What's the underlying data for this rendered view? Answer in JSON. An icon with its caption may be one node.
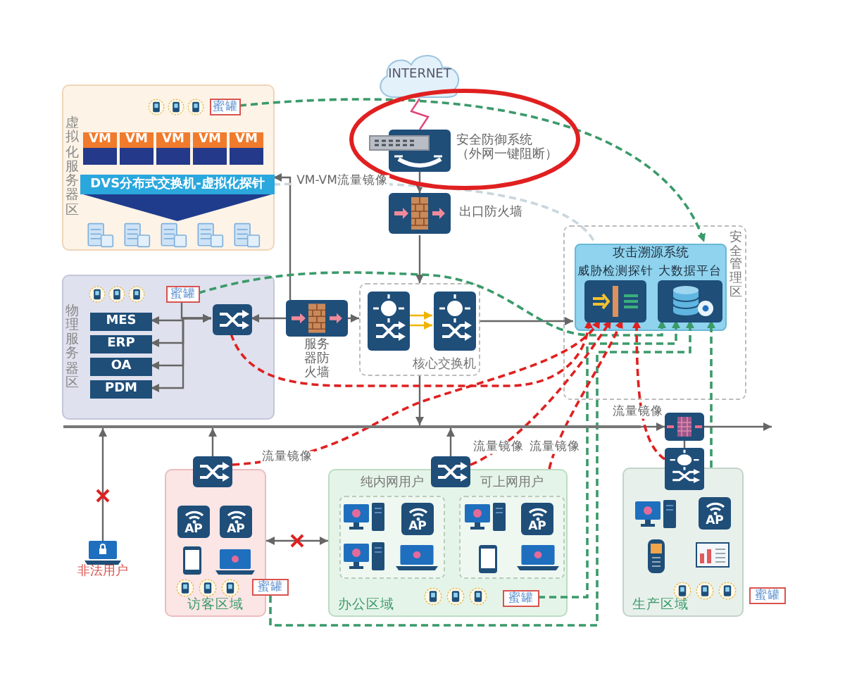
{
  "diagram": {
    "nodes": [
      {
        "text": [
          "虚拟化服务器区"
        ]
      },
      {
        "text": [
          "蜜罐"
        ],
        "in": 0
      },
      {
        "text": [
          "VM"
        ],
        "in": 0
      },
      {
        "text": [
          "VM"
        ],
        "in": 0
      },
      {
        "text": [
          "VM"
        ],
        "in": 0
      },
      {
        "text": [
          "VM"
        ],
        "in": 0
      },
      {
        "text": [
          "VM"
        ],
        "in": 0
      },
      {
        "text": [],
        "shape": "box",
        "in": 0
      },
      {
        "text": [],
        "shape": "box",
        "in": 0
      },
      {
        "text": [],
        "shape": "box",
        "in": 0
      },
      {
        "text": [],
        "shape": "box",
        "in": 0
      },
      {
        "text": [],
        "shape": "box",
        "in": 0
      },
      {
        "text": [
          "DVS分布式交换机-虚拟化探针"
        ],
        "in": 0
      },
      {
        "text": [
          "INTERNET"
        ]
      },
      {
        "text": [
          "安全防御系统（外网一键阻断）"
        ]
      },
      {
        "text": [
          "出口防火墙"
        ]
      },
      {
        "text": [
          "物理服务器区"
        ]
      },
      {
        "text": [
          "蜜罐"
        ],
        "in": 16
      },
      {
        "text": [
          "MES"
        ],
        "in": 16
      },
      {
        "text": [
          "ERP"
        ],
        "in": 16
      },
      {
        "text": [
          "OA"
        ],
        "in": 16
      },
      {
        "text": [
          "PDM"
        ],
        "in": 16
      },
      {
        "text": [],
        "shape": "picture",
        "in": 16
      },
      {
        "text": [
          "服务器防火墙"
        ]
      },
      {
        "text": [
          "核心交换机"
        ]
      },
      {
        "text": [],
        "shape": "picture",
        "in": 24
      },
      {
        "text": [],
        "shape": "picture",
        "in": 24
      },
      {
        "text": [
          "安全管理区"
        ]
      },
      {
        "text": [
          "攻击溯源系统"
        ],
        "in": 27
      },
      {
        "text": [
          "威胁检测探针"
        ],
        "in": 28
      },
      {
        "text": [
          "大数据平台"
        ],
        "in": 28
      },
      {
        "text": [],
        "shape": "bar"
      },
      {
        "text": [],
        "shape": "picture"
      },
      {
        "text": [
          "非法用户"
        ]
      },
      {
        "text": [
          "访客区域"
        ]
      },
      {
        "text": [],
        "shape": "picture"
      },
      {
        "text": [
          "AP"
        ],
        "in": 34
      },
      {
        "text": [
          "AP"
        ],
        "in": 34
      },
      {
        "text": [
          "蜜罐"
        ]
      },
      {
        "text": [
          "办公区域"
        ]
      },
      {
        "text": [],
        "shape": "picture"
      },
      {
        "text": [
          "纯内网用户"
        ],
        "in": 39
      },
      {
        "text": [
          "AP"
        ],
        "in": 41
      },
      {
        "text": [
          "可上网用户"
        ],
        "in": 39
      },
      {
        "text": [
          "AP"
        ],
        "in": 43
      },
      {
        "text": [
          "蜜罐"
        ],
        "in": 39
      },
      {
        "text": [
          "生产区域"
        ]
      },
      {
        "text": [],
        "shape": "picture"
      },
      {
        "text": [
          "AP"
        ],
        "in": 46
      },
      {
        "text": [
          "蜜罐"
        ]
      }
    ],
    "edges": [
      {
        "from": 13,
        "to": 14,
        "arrow": "none",
        "color": "#e0457b"
      },
      {
        "from": 14,
        "to": 15,
        "arrow": "to"
      },
      {
        "from": 15,
        "to": 24,
        "arrow": "to"
      },
      {
        "from": 23,
        "to": 12,
        "arrow": "to"
      },
      {
        "from": 23,
        "to": 22,
        "arrow": "to"
      },
      {
        "from": 23,
        "to": 24,
        "arrow": "to"
      },
      {
        "from": 22,
        "to": 18,
        "arrow": "both"
      },
      {
        "from": 22,
        "to": 19,
        "arrow": "both"
      },
      {
        "from": 22,
        "to": 20,
        "arrow": "both"
      },
      {
        "from": 22,
        "to": 21,
        "arrow": "both"
      },
      {
        "from": 17,
        "to": 22,
        "arrow": "none"
      },
      {
        "from": 25,
        "to": 26,
        "arrow": "to",
        "color": "#f0b400"
      },
      {
        "from": 25,
        "to": 26,
        "arrow": "to",
        "color": "#f0b400"
      },
      {
        "from": 24,
        "to": 28,
        "arrow": "to"
      },
      {
        "from": 24,
        "to": 31,
        "arrow": "to"
      },
      {
        "from": 33,
        "to": 31,
        "arrow": "to"
      },
      {
        "from": 35,
        "to": 31,
        "arrow": "to"
      },
      {
        "from": 40,
        "to": 31,
        "arrow": "to"
      },
      {
        "from": 31,
        "to": 32,
        "arrow": "to"
      },
      {
        "from": 32,
        "to": 47,
        "arrow": "none"
      },
      {
        "from": 34,
        "to": 39,
        "arrow": "both"
      },
      {
        "from": 12,
        "to": 28,
        "arrow": "none",
        "label": "VM-VM流量镜像",
        "style": "dashed",
        "color": "#c9d6de"
      },
      {
        "from": 1,
        "to": 28,
        "arrow": "to",
        "style": "dashed",
        "color": "#3a9a6a"
      },
      {
        "from": 17,
        "to": 30,
        "arrow": "to",
        "style": "dashed",
        "color": "#3a9a6a"
      },
      {
        "from": 38,
        "to": 30,
        "arrow": "to",
        "style": "dashed",
        "color": "#3a9a6a"
      },
      {
        "from": 45,
        "to": 30,
        "arrow": "to",
        "style": "dashed",
        "color": "#3a9a6a"
      },
      {
        "from": 46,
        "to": 30,
        "arrow": "to",
        "style": "dashed",
        "color": "#3a9a6a"
      },
      {
        "from": 22,
        "to": 29,
        "arrow": "to",
        "style": "dashed",
        "color": "#e02020"
      },
      {
        "from": 35,
        "to": 29,
        "arrow": "to",
        "label": "流量镜像",
        "style": "dashed",
        "color": "#e02020"
      },
      {
        "from": 40,
        "to": 29,
        "arrow": "to",
        "label": "流量镜像",
        "style": "dashed",
        "color": "#e02020"
      },
      {
        "from": 39,
        "to": 29,
        "arrow": "to",
        "label": "流量镜像",
        "style": "dashed",
        "color": "#e02020"
      },
      {
        "from": 47,
        "to": 29,
        "arrow": "to",
        "label": "流量镜像",
        "style": "dashed",
        "color": "#e02020"
      },
      {
        "from": 32,
        "to": null,
        "arrow": "to"
      }
    ]
  }
}
